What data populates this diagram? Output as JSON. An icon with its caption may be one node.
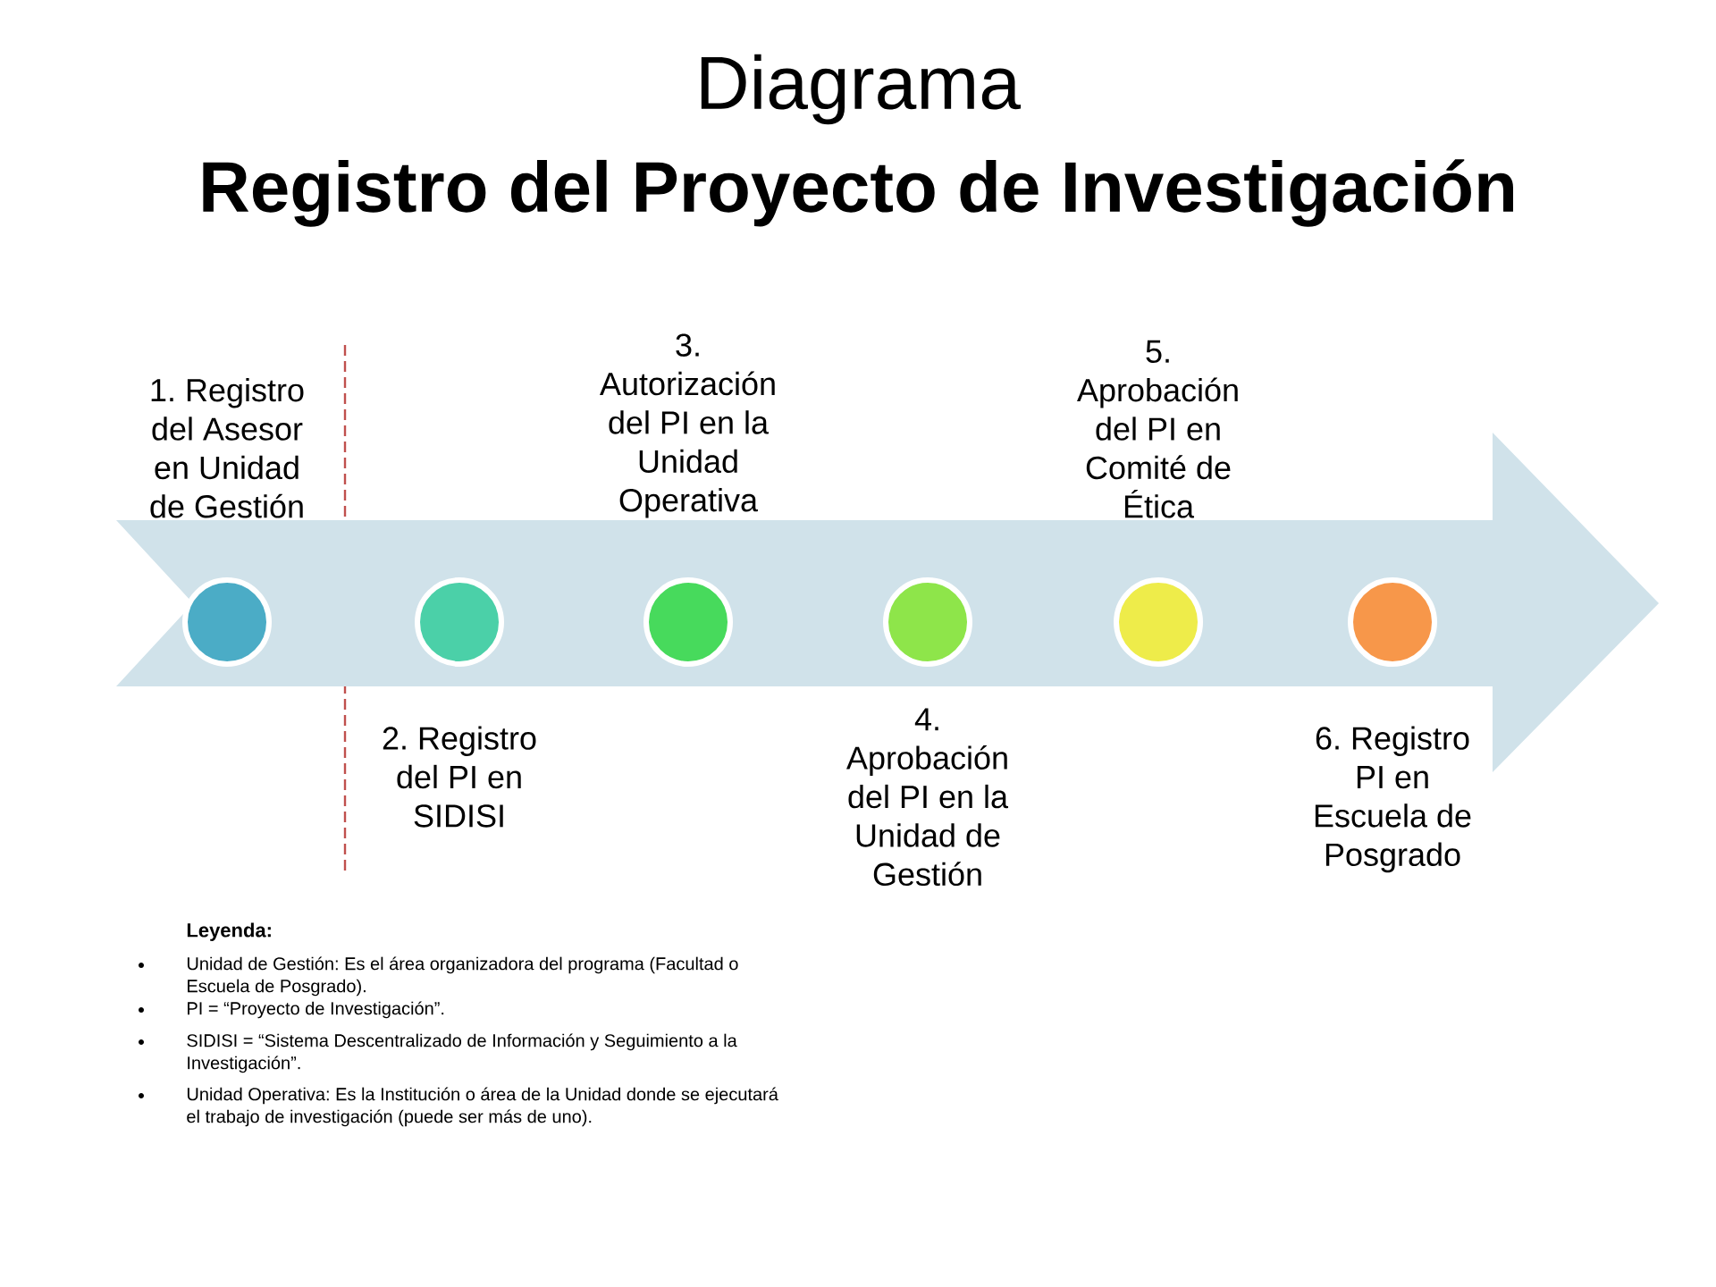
{
  "diagram": {
    "title": "Diagrama",
    "nodes": [
      {
        "text": [],
        "shape": "arrow"
      },
      {
        "text": [],
        "shape": "circle",
        "in": 0,
        "beside": [
          "1. Registro del Asesor en Unidad de Gestión"
        ]
      },
      {
        "text": [],
        "shape": "circle",
        "in": 0,
        "beside": [
          "2. Registro del PI en SIDISI"
        ]
      },
      {
        "text": [],
        "shape": "circle",
        "in": 0,
        "beside": [
          "3. Autorización del PI en la Unidad Operativa"
        ]
      },
      {
        "text": [],
        "shape": "circle",
        "in": 0,
        "beside": [
          "4. Aprobación del PI en la Unidad de Gestión"
        ]
      },
      {
        "text": [],
        "shape": "circle",
        "in": 0,
        "beside": [
          "5. Aprobación del PI en Comité de Ética"
        ]
      },
      {
        "text": [],
        "shape": "circle",
        "in": 0,
        "beside": [
          "6. Registro PI en Escuela de Posgrado"
        ]
      }
    ],
    "labels": [
      "Registro del Proyecto de Investigación",
      "Leyenda:",
      "Unidad de Gestión: Es el área organizadora del programa (Facultad o Escuela de Posgrado).",
      "PI = “Proyecto de Investigación”.",
      "SIDISI = “Sistema Descentralizado de Información y Seguimiento a la Investigación”.",
      "Unidad Operativa: Es la Institución o área de la Unidad donde se ejecutará el trabajo de investigación (puede ser más de uno)."
    ]
  }
}
